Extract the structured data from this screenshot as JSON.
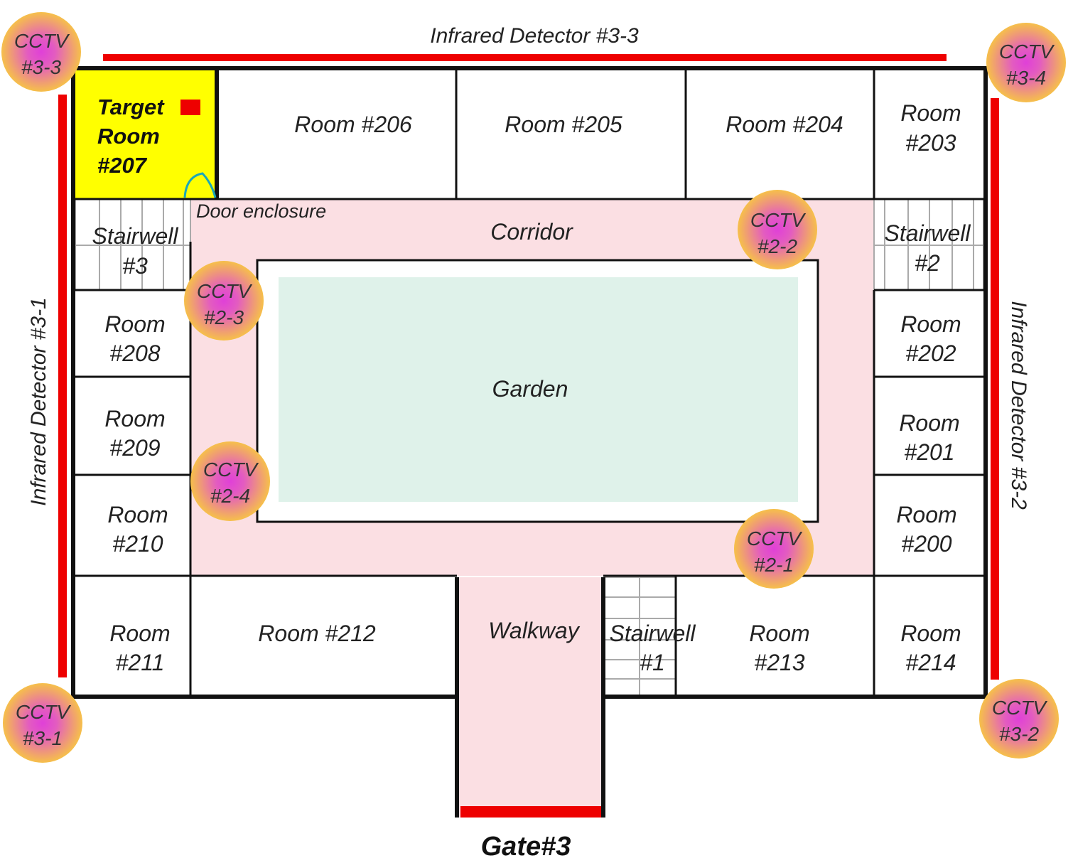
{
  "colors": {
    "target_room": "#ffff00",
    "corridor": "#fbdfe3",
    "garden": "#dff2ea",
    "detector": "#ee0000",
    "camera_outer": "#f6c04a",
    "camera_inner": "#e040d8",
    "door_arc": "#1aa7b8",
    "target_marker": "#ee0000"
  },
  "title_detectors": {
    "top": "Infrared Detector #3-3",
    "left": "Infrared Detector #3-1",
    "right": "Infrared Detector #3-2"
  },
  "target_room": {
    "line1": "Target",
    "line2": "Room",
    "line3": "#207"
  },
  "rooms": {
    "r206": "Room #206",
    "r205": "Room #205",
    "r204": "Room #204",
    "r203": {
      "line1": "Room",
      "line2": "#203"
    },
    "r208": {
      "line1": "Room",
      "line2": "#208"
    },
    "r209": {
      "line1": "Room",
      "line2": "#209"
    },
    "r210": {
      "line1": "Room",
      "line2": "#210"
    },
    "r211": {
      "line1": "Room",
      "line2": "#211"
    },
    "r212": "Room #212",
    "r213": {
      "line1": "Room",
      "line2": "#213"
    },
    "r214": {
      "line1": "Room",
      "line2": "#214"
    },
    "r202": {
      "line1": "Room",
      "line2": "#202"
    },
    "r201": {
      "line1": "Room",
      "line2": "#201"
    },
    "r200": {
      "line1": "Room",
      "line2": "#200"
    }
  },
  "stairwells": {
    "s3": {
      "line1": "Stairwell",
      "line2": "#3"
    },
    "s2": {
      "line1": "Stairwell",
      "line2": "#2"
    },
    "s1": {
      "line1": "Stairwell",
      "line2": "#1"
    }
  },
  "areas": {
    "corridor": "Corridor",
    "garden": "Garden",
    "walkway": "Walkway",
    "door_enclosure": "Door enclosure",
    "gate": "Gate#3"
  },
  "cameras": {
    "c33": {
      "line1": "CCTV",
      "line2": "#3-3"
    },
    "c34": {
      "line1": "CCTV",
      "line2": "#3-4"
    },
    "c31": {
      "line1": "CCTV",
      "line2": "#3-1"
    },
    "c32": {
      "line1": "CCTV",
      "line2": "#3-2"
    },
    "c22": {
      "line1": "CCTV",
      "line2": "#2-2"
    },
    "c23": {
      "line1": "CCTV",
      "line2": "#2-3"
    },
    "c24": {
      "line1": "CCTV",
      "line2": "#2-4"
    },
    "c21": {
      "line1": "CCTV",
      "line2": "#2-1"
    }
  }
}
